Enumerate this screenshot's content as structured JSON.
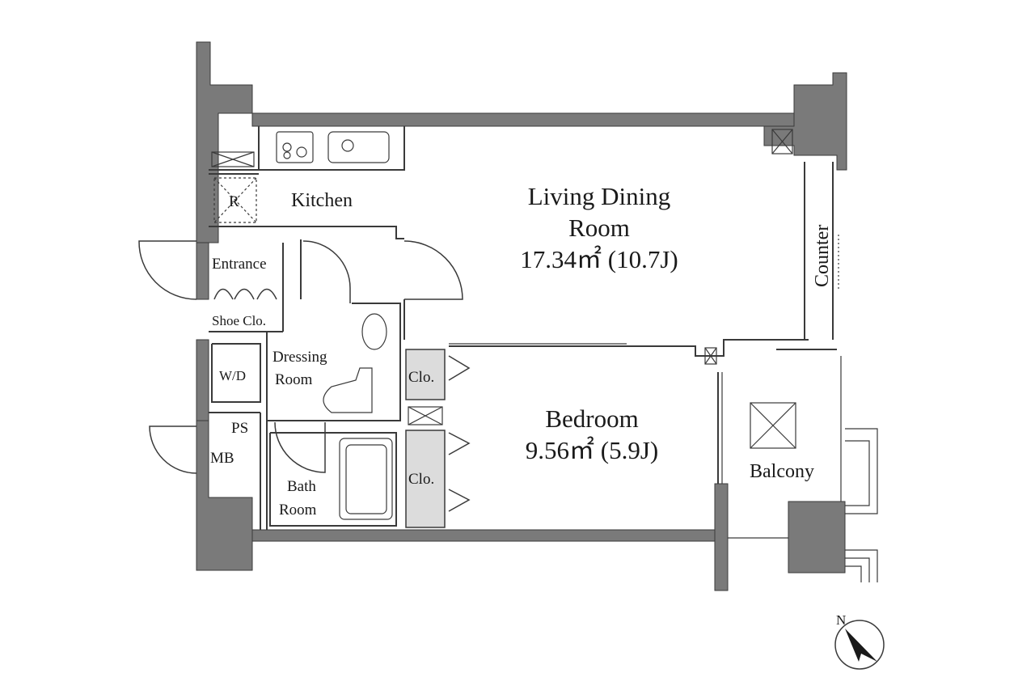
{
  "rooms": {
    "kitchen": "Kitchen",
    "living_title_1": "Living Dining",
    "living_title_2": "Room",
    "living_area": "17.34㎡ (10.7J)",
    "counter": "Counter",
    "entrance": "Entrance",
    "shoe_closet": "Shoe Clo.",
    "washer": "W/D",
    "dressing_1": "Dressing",
    "dressing_2": "Room",
    "closet_1": "Clo.",
    "closet_2": "Clo.",
    "bedroom_title": "Bedroom",
    "bedroom_area": "9.56㎡ (5.9J)",
    "ps": "PS",
    "mb": "MB",
    "bath_1": "Bath",
    "bath_2": "Room",
    "balcony": "Balcony",
    "refrigerator": "R"
  },
  "compass": {
    "label": "N",
    "direction": "north-west"
  }
}
